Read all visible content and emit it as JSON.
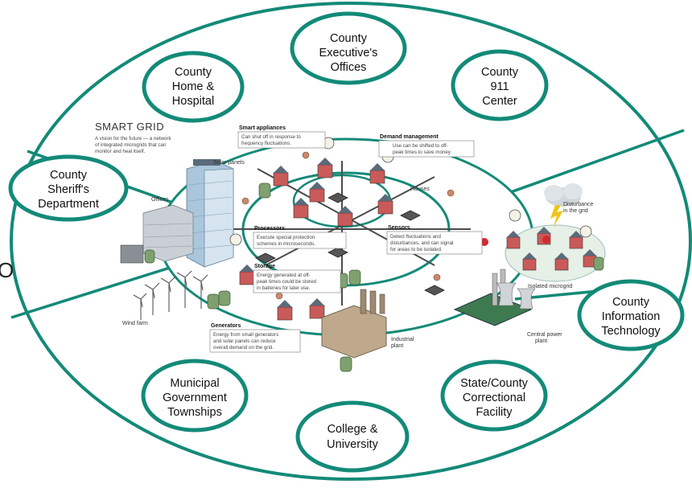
{
  "colors": {
    "teal": "#138a78",
    "ground": "#8cc39e",
    "road": "#4b4b4b",
    "house": "#c95a5a",
    "roof": "#5a6b7a"
  },
  "stray_glyph": "O",
  "departments": [
    {
      "id": "executive",
      "lines": [
        "County",
        "Executive's",
        "Offices"
      ]
    },
    {
      "id": "home-hospital",
      "lines": [
        "County",
        "Home &",
        "Hospital"
      ]
    },
    {
      "id": "911",
      "lines": [
        "County",
        "911",
        "Center"
      ]
    },
    {
      "id": "sheriff",
      "lines": [
        "County",
        "Sheriff's",
        "Department"
      ]
    },
    {
      "id": "it",
      "lines": [
        "County",
        "Information",
        "Technology"
      ]
    },
    {
      "id": "municipal",
      "lines": [
        "Municipal",
        "Government",
        "Townships"
      ]
    },
    {
      "id": "correctional",
      "lines": [
        "State/County",
        "Correctional",
        "Facility"
      ]
    },
    {
      "id": "college",
      "lines": [
        "College &",
        "University"
      ]
    }
  ],
  "smart_grid": {
    "title": "SMART GRID",
    "subtitle": [
      "A vision for the future — a network",
      "of integrated microgrids that can",
      "monitor and heal itself."
    ],
    "callouts": {
      "appliances": {
        "title": "Smart appliances",
        "lines": [
          "Can shut off in response to",
          "frequency fluctuations."
        ]
      },
      "demand": {
        "title": "Demand management",
        "lines": [
          "Use can be shifted to off-",
          "peak times to save money."
        ]
      },
      "processors": {
        "title": "Processors",
        "lines": [
          "Execute special protection",
          "schemes in microseconds."
        ]
      },
      "sensors": {
        "title": "Sensors",
        "lines": [
          "Detect fluctuations and",
          "disturbances, and can signal",
          "for areas to be isolated."
        ]
      },
      "storage": {
        "title": "Storage",
        "lines": [
          "Energy generated at off-",
          "peak times could be stored",
          "in batteries for later use."
        ]
      },
      "generators": {
        "title": "Generators",
        "lines": [
          "Energy from small generators",
          "and solar panels can reduce",
          "overall demand on the grid."
        ]
      }
    },
    "labels": {
      "solar": "Solar panels",
      "offices": "Offices",
      "houses": "Houses",
      "disturbance": [
        "Disturbance",
        "in the grid"
      ],
      "isolated": "Isolated microgrid",
      "wind": "Wind farm",
      "industrial": [
        "Industrial",
        "plant"
      ],
      "central": [
        "Central power",
        "plant"
      ]
    }
  }
}
